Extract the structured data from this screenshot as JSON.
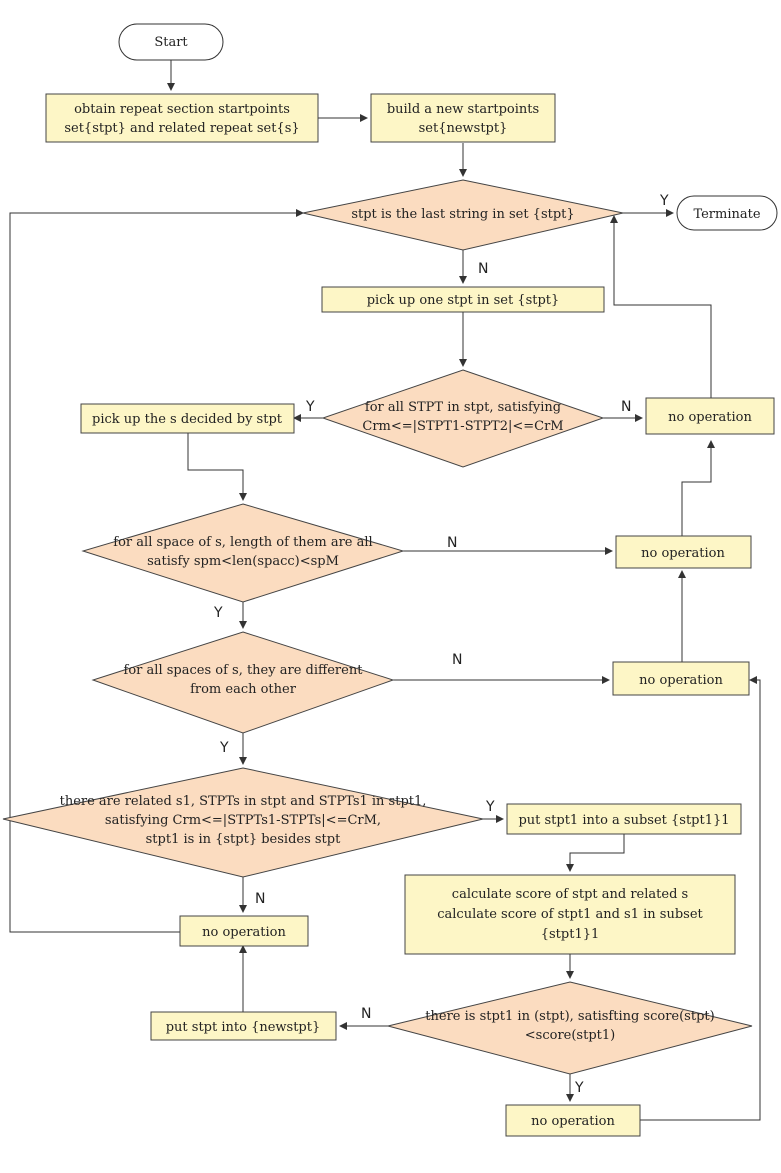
{
  "nodes": {
    "start": [
      "Start"
    ],
    "obtain": [
      "obtain repeat section startpoints",
      "set{stpt} and related repeat set{s}"
    ],
    "build": [
      "build a new startpoints",
      "set{newstpt}"
    ],
    "last_string": [
      "stpt is the last string in set {stpt}"
    ],
    "terminate": [
      "Terminate"
    ],
    "pick_one": [
      "pick up one stpt  in set {stpt}"
    ],
    "for_all_stpt": [
      "for all STPT in stpt, satisfying",
      "Crm<=|STPT1-STPT2|<=CrM"
    ],
    "pick_s": [
      "pick up the s decided by stpt"
    ],
    "noop_1": [
      "no operation"
    ],
    "for_all_space": [
      "for all space of s, length of them are all",
      "satisfy spm<len(spacc)<spM"
    ],
    "noop_2": [
      "no operation"
    ],
    "different": [
      "for all spaces of s, they are different",
      "from each other"
    ],
    "noop_3": [
      "no operation"
    ],
    "related": [
      "there are related s1, STPTs in stpt and STPTs1 in stpt1,",
      "satisfying Crm<=|STPTs1-STPTs|<=CrM,",
      "stpt1 is in {stpt} besides stpt"
    ],
    "put_subset": [
      "put stpt1 into a subset {stpt1}1"
    ],
    "noop_4": [
      "no operation"
    ],
    "calculate": [
      "calculate score of stpt and related s",
      "calculate score of stpt1 and s1 in subset",
      "{stpt1}1"
    ],
    "put_newstpt": [
      "put stpt into {newstpt}"
    ],
    "score_check": [
      "there is stpt1 in (stpt), satisfting score(stpt)",
      "<score(stpt1)"
    ],
    "noop_5": [
      "no operation"
    ]
  },
  "edge_labels": {
    "y_terminate": "Y",
    "n_pick_one": "N",
    "y_pick_s": "Y",
    "n_noop_1": "N",
    "n_noop_2": "N",
    "y_different": "Y",
    "n_noop_3": "N",
    "y_related": "Y",
    "y_put_subset": "Y",
    "n_noop_4": "N",
    "n_put_newstpt": "N",
    "y_noop_5": "Y"
  },
  "colors": {
    "process_fill": "#fdf6c6",
    "decision_fill": "#fbdcc0",
    "terminal_fill": "#ffffff",
    "stroke": "#444444"
  }
}
